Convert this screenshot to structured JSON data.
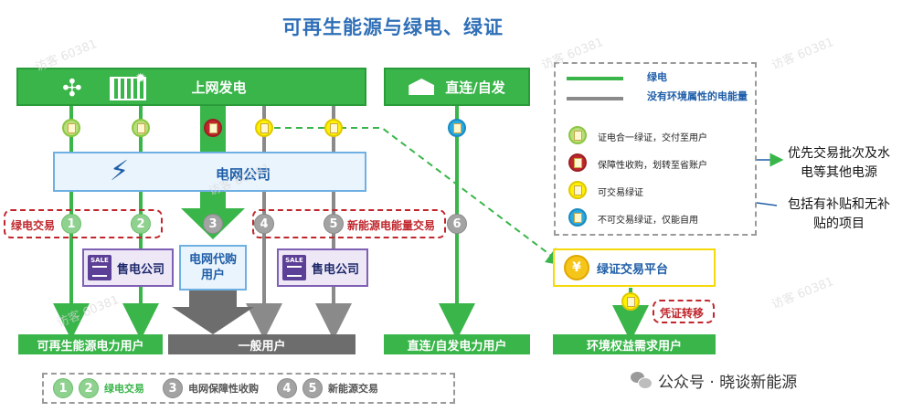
{
  "title": "可再生能源与绿电、绿证",
  "top": {
    "grid_gen_label": "上网发电",
    "direct_label": "直连/自发"
  },
  "grid_company": "电网公司",
  "agency_label": "电网代购用户",
  "sale_company_label": "售电公司",
  "sale_icon_text": "SALE",
  "trade_labels": {
    "green_trade": "绿电交易",
    "new_energy_trade": "新能源电能量交易"
  },
  "circles": [
    "1",
    "2",
    "3",
    "4",
    "5",
    "6"
  ],
  "bottom": {
    "renewable_users": "可再生能源电力用户",
    "general_users": "一般用户",
    "direct_users": "直连/自发电力用户",
    "env_users": "环境权益需求用户"
  },
  "platform": {
    "label": "绿证交易平台",
    "coin_symbol": "¥",
    "transfer_label": "凭证转移"
  },
  "legend": {
    "green_line": "绿电",
    "gray_line": "没有环境属性的电能量",
    "items": [
      {
        "label": "证电合一绿证，交付至用户",
        "icon": "cert-green"
      },
      {
        "label": "保障性收购，划转至省账户",
        "icon": "cert-red"
      },
      {
        "label": "可交易绿证",
        "icon": "cert-yellow"
      },
      {
        "label": "不可交易绿证，仅能自用",
        "icon": "cert-blue"
      }
    ]
  },
  "notes": {
    "note1": "优先交易批次及水电等其他电源",
    "note2": "包括有补贴和无补贴的项目"
  },
  "bottom_legend": {
    "c1": "1",
    "c2": "2",
    "green_trade": "绿电交易",
    "c3": "3",
    "grid_guarantee": "电网保障性收购",
    "c4": "4",
    "c5": "5",
    "new_energy_trade": "新能源交易"
  },
  "wechat": "公众号 · 晓谈新能源",
  "watermarks": [
    "访客 60381",
    "访客 60381",
    "访客 60381",
    "访客 60381",
    "访客 60381",
    "访客 60381"
  ],
  "colors": {
    "green": "#39b54a",
    "gray": "#8a8a8a",
    "blue": "#1f5ea8",
    "red": "#c0272d",
    "yellow": "#fff200"
  }
}
